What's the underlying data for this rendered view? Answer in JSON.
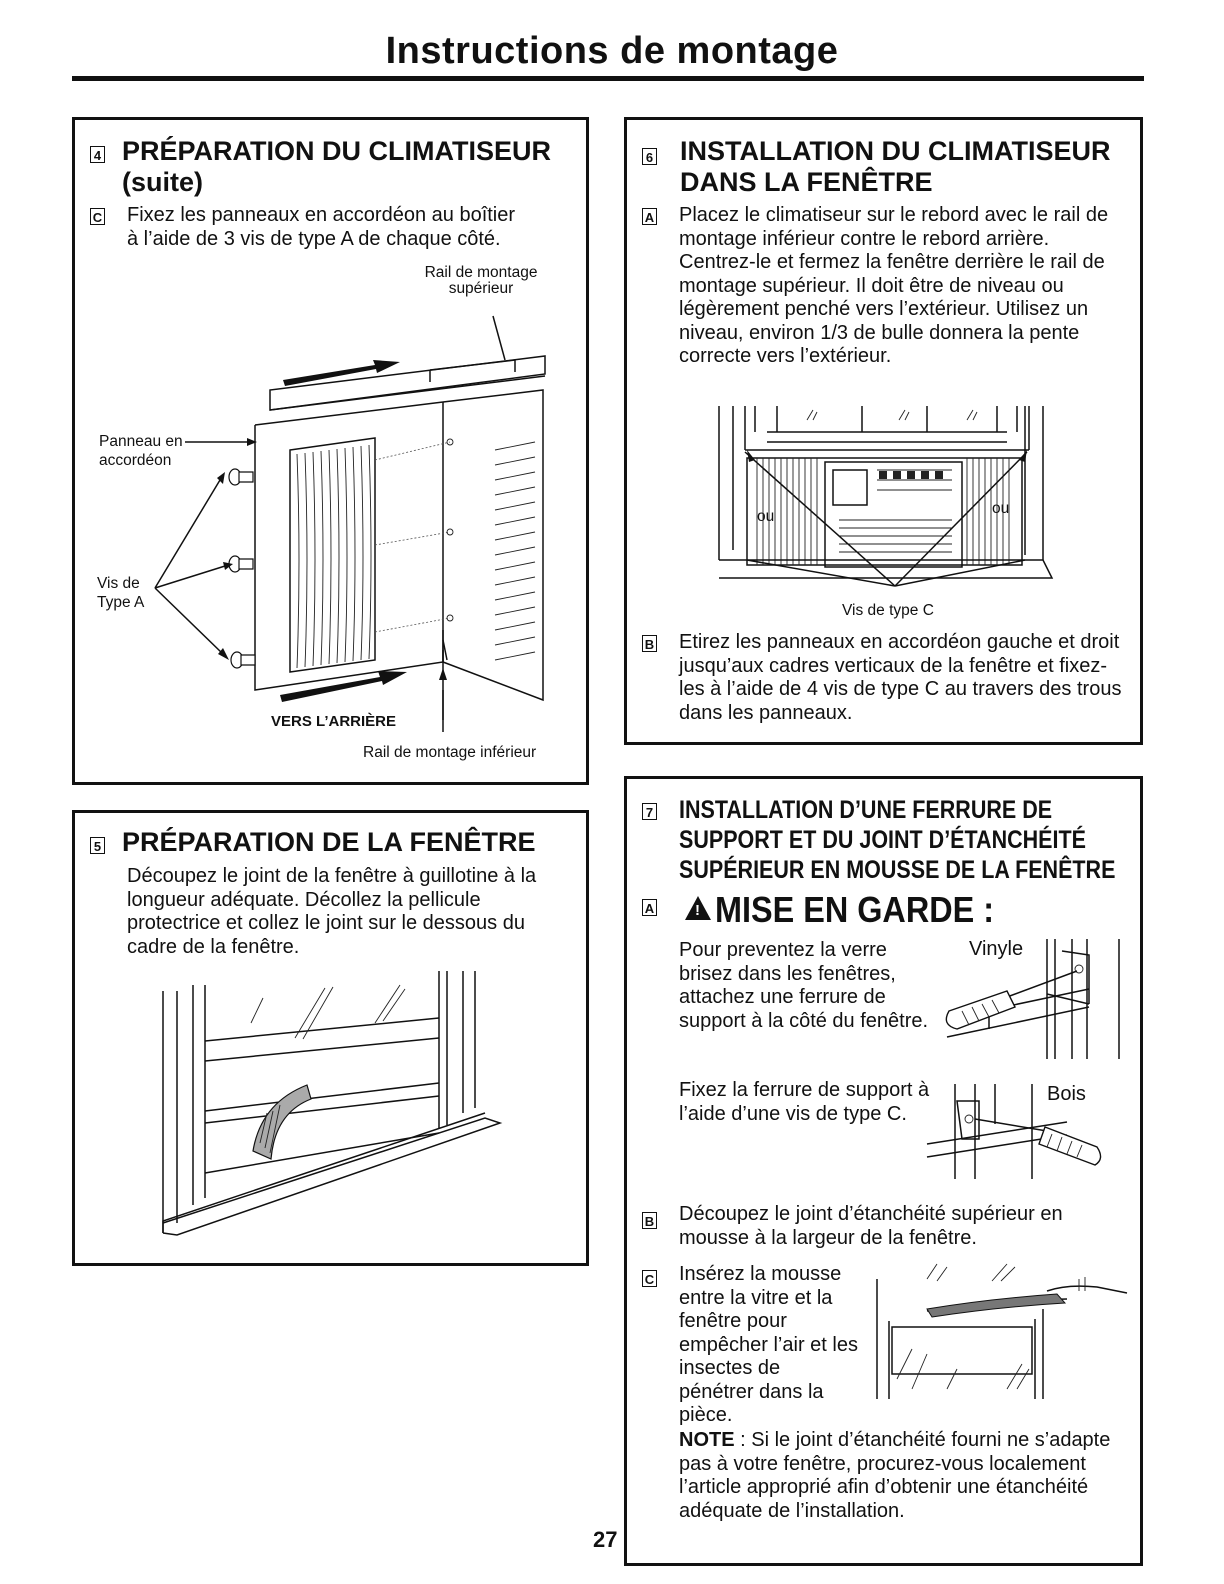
{
  "page": {
    "title": "Instructions de montage",
    "page_number": "27"
  },
  "step4": {
    "num": "4",
    "heading_line1": "PRÉPARATION DU CLIMATISEUR",
    "heading_line2": "(suite)",
    "c_letter": "C",
    "c_text": "Fixez les panneaux en accordéon au boîtier à l’aide de 3 vis de type A de chaque côté.",
    "label_rail_sup_1": "Rail de montage",
    "label_rail_sup_2": "supérieur",
    "label_panneau_1": "Panneau en",
    "label_panneau_2": "accordéon",
    "label_vis_1": "Vis de",
    "label_vis_2": "Type A",
    "label_vers": "VERS L’ARRIÈRE",
    "label_rail_inf": "Rail de montage inférieur"
  },
  "step5": {
    "num": "5",
    "heading": "PRÉPARATION DE LA FENÊTRE",
    "text": "Découpez le joint de la fenêtre à guillotine à la longueur adéquate. Décollez la pellicule protectrice et collez le joint sur le dessous du cadre de la fenêtre."
  },
  "step6": {
    "num": "6",
    "heading_line1": "INSTALLATION DU CLIMATISEUR",
    "heading_line2": "DANS LA FENÊTRE",
    "a_letter": "A",
    "a_text": "Placez le climatiseur sur le rebord avec le rail de montage inférieur contre le rebord arrière. Centrez-le et fermez la fenêtre derrière le rail de montage supérieur. Il doit être de niveau ou légèrement penché vers l’extérieur. Utilisez un niveau, environ 1/3 de bulle donnera la pente correcte vers l’extérieur.",
    "label_ou_left": "ou",
    "label_ou_right": "ou",
    "label_vis_c": "Vis de type C",
    "b_letter": "B",
    "b_text": "Etirez les panneaux en accordéon gauche et droit jusqu’aux cadres verticaux de la fenêtre et fixez-les à l’aide de 4 vis de type C au travers des trous dans les panneaux."
  },
  "step7": {
    "num": "7",
    "heading_line1": "INSTALLATION D’UNE FERRURE DE",
    "heading_line2": "SUPPORT ET DU JOINT D’ÉTANCHÉITÉ",
    "heading_line3": "SUPÉRIEUR EN MOUSSE DE LA FENÊTRE",
    "a_letter": "A",
    "warning": "MISE EN GARDE :",
    "a_text": "Pour preventez la verre brisez dans les fenêtres, attachez une ferrure de support à la côté du fenêtre.",
    "label_vinyle": "Vinyle",
    "a_text2": "Fixez la ferrure de support à l’aide d’une vis de type C.",
    "label_bois": "Bois",
    "b_letter": "B",
    "b_text": "Découpez le joint d’étanchéité supérieur en mousse à la largeur de la fenêtre.",
    "c_letter": "C",
    "c_text": "Insérez la mousse entre la vitre et la fenêtre pour empêcher l’air et les insectes de pénétrer dans la pièce.",
    "note_label": "NOTE",
    "note_text": " : Si le joint d’étanchéité fourni ne s’adapte pas à votre fenêtre, procurez-vous localement l’article approprié afin d’obtenir une étanchéité adéquate de l’installation."
  }
}
